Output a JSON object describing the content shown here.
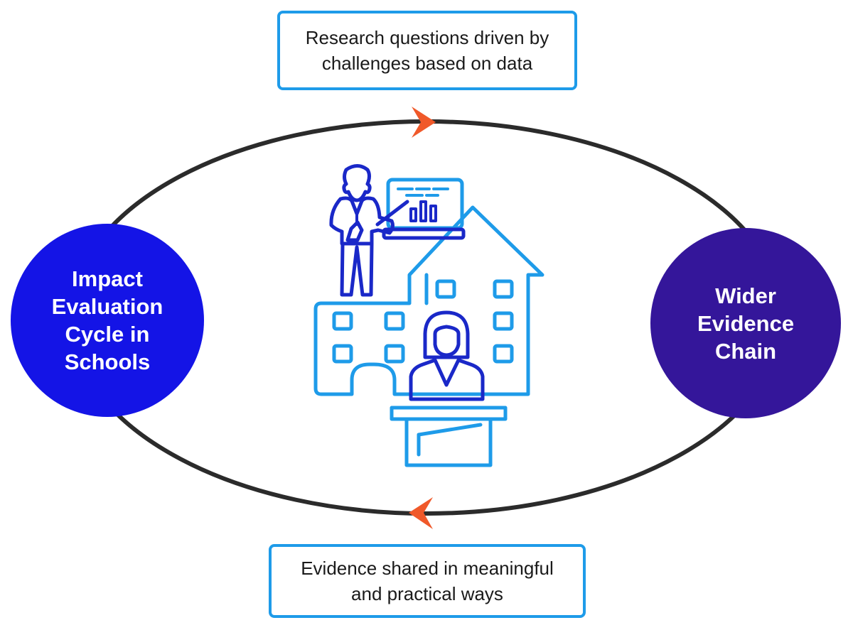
{
  "top_box": {
    "line1": "Research questions driven by",
    "line2": "challenges based on data"
  },
  "bottom_box": {
    "line1": "Evidence shared in meaningful",
    "line2": "and practical ways"
  },
  "left_circle": {
    "lines": [
      "Impact",
      "Evaluation",
      "Cycle in",
      "Schools"
    ],
    "color": "#1414e6"
  },
  "right_circle": {
    "lines": [
      "Wider",
      "Evidence",
      "Chain"
    ],
    "color": "#34169a"
  },
  "cycle": {
    "ring_color": "#2b2b2b",
    "arrow_color": "#f0592a",
    "top_arrow": "arrow-right-icon",
    "bottom_arrow": "arrow-left-icon"
  },
  "illustration": {
    "name": "school-presentation-illustration",
    "light_color": "#1e9be9",
    "dark_color": "#1a28c8"
  }
}
